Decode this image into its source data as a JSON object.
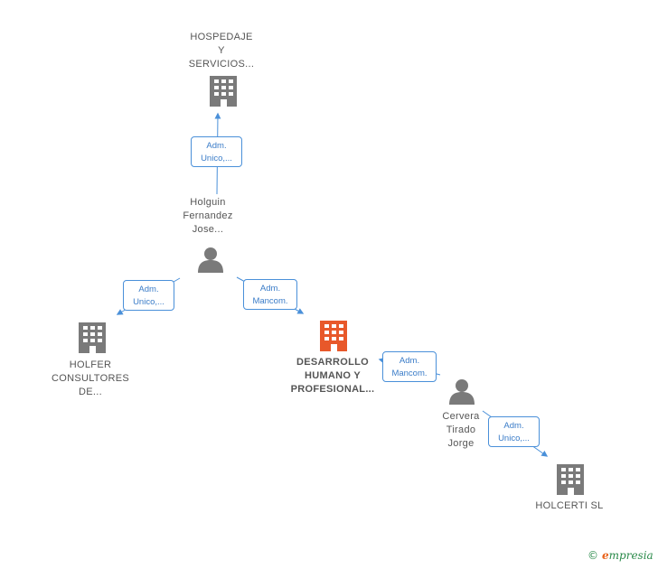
{
  "nodes": {
    "hospedaje": {
      "line1": "HOSPEDAJE",
      "line2": "Y",
      "line3": "SERVICIOS..."
    },
    "holguin": {
      "line1": "Holguin",
      "line2": "Fernandez",
      "line3": "Jose..."
    },
    "holfer": {
      "line1": "HOLFER",
      "line2": "CONSULTORES",
      "line3": "DE..."
    },
    "desarrollo": {
      "line1": "DESARROLLO",
      "line2": "HUMANO Y",
      "line3": "PROFESIONAL..."
    },
    "cervera": {
      "line1": "Cervera",
      "line2": "Tirado",
      "line3": "Jorge"
    },
    "holcerti": {
      "line1": "HOLCERTI SL"
    }
  },
  "roles": {
    "holguin_hospedaje": {
      "line1": "Adm.",
      "line2": "Unico,..."
    },
    "holguin_holfer": {
      "line1": "Adm.",
      "line2": "Unico,..."
    },
    "holguin_desarrollo": {
      "line1": "Adm.",
      "line2": "Mancom."
    },
    "cervera_desarrollo": {
      "line1": "Adm.",
      "line2": "Mancom."
    },
    "cervera_holcerti": {
      "line1": "Adm.",
      "line2": "Unico,..."
    }
  },
  "colors": {
    "company": "#7a7a7a",
    "main_company": "#e8582a",
    "person": "#7a7a7a",
    "edge": "#4a90d9"
  },
  "icons": {
    "company": "building-icon",
    "person": "person-icon"
  },
  "brand": {
    "copyright": "©",
    "name": "mpresia",
    "initial": "e"
  }
}
